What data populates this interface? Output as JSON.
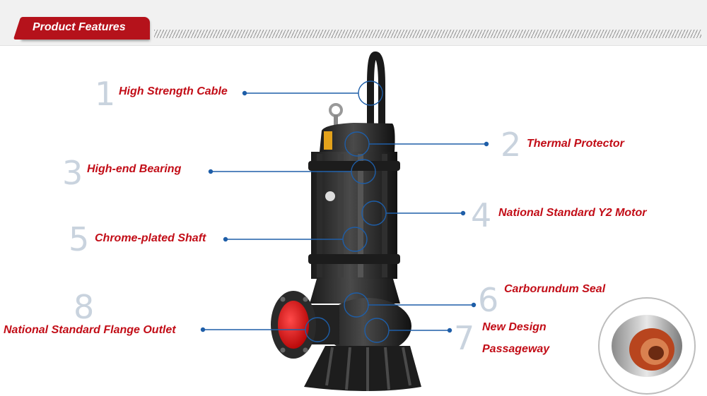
{
  "header": {
    "title": "Product Features"
  },
  "features": [
    {
      "number": "1",
      "label": "High Strength Cable"
    },
    {
      "number": "2",
      "label": "Thermal Protector"
    },
    {
      "number": "3",
      "label": "High-end Bearing"
    },
    {
      "number": "4",
      "label": "National Standard Y2 Motor"
    },
    {
      "number": "5",
      "label": "Chrome-plated Shaft"
    },
    {
      "number": "6",
      "label": "Carborundum Seal"
    },
    {
      "number": "7",
      "label_line1": "New Design",
      "label_line2": "Passageway"
    },
    {
      "number": "8",
      "label": "National Standard Flange Outlet"
    }
  ],
  "colors": {
    "accent": "#b5121b",
    "label": "#c20d17",
    "callout": "#1e5ea8",
    "number": "#c9d3de"
  }
}
